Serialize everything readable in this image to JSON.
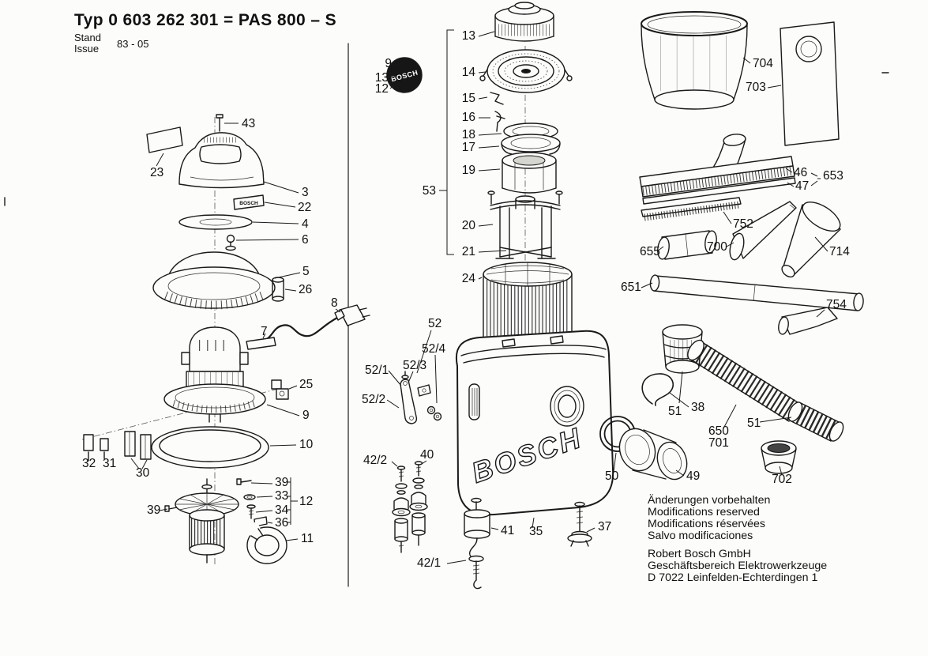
{
  "header": {
    "title": "Typ 0 603 262 301 = PAS 800 – S",
    "stand": "Stand",
    "issue": "Issue",
    "date": "83 - 05"
  },
  "logos": {
    "plate": "BOSCH",
    "badge": "BOSCH",
    "container": "BOSCH"
  },
  "labels": [
    "43",
    "23",
    "3",
    "22",
    "4",
    "6",
    "5",
    "26",
    "8",
    "7",
    "25",
    "9",
    "10",
    "32",
    "31",
    "30",
    "39",
    "33",
    "12",
    "34",
    "36",
    "39",
    "11",
    "13",
    "9",
    "13",
    "12",
    "14",
    "15",
    "16",
    "18",
    "17",
    "19",
    "53",
    "20",
    "21",
    "24",
    "52",
    "52/4",
    "52/1",
    "52/3",
    "52/2",
    "42/2",
    "40",
    "41",
    "35",
    "42/1",
    "37",
    "50",
    "49",
    "704",
    "703",
    "46",
    "653",
    "47",
    "752",
    "655",
    "700",
    "714",
    "651",
    "754",
    "51",
    "38",
    "650",
    "701",
    "51",
    "702"
  ],
  "footer": {
    "notices": [
      "Änderungen vorbehalten",
      "Modifications reserved",
      "Modifications réservées",
      "Salvo modificaciones"
    ],
    "company": [
      "Robert Bosch GmbH",
      "Geschäftsbereich Elektrowerkzeuge",
      "D 7022 Leinfelden-Echterdingen 1"
    ]
  }
}
